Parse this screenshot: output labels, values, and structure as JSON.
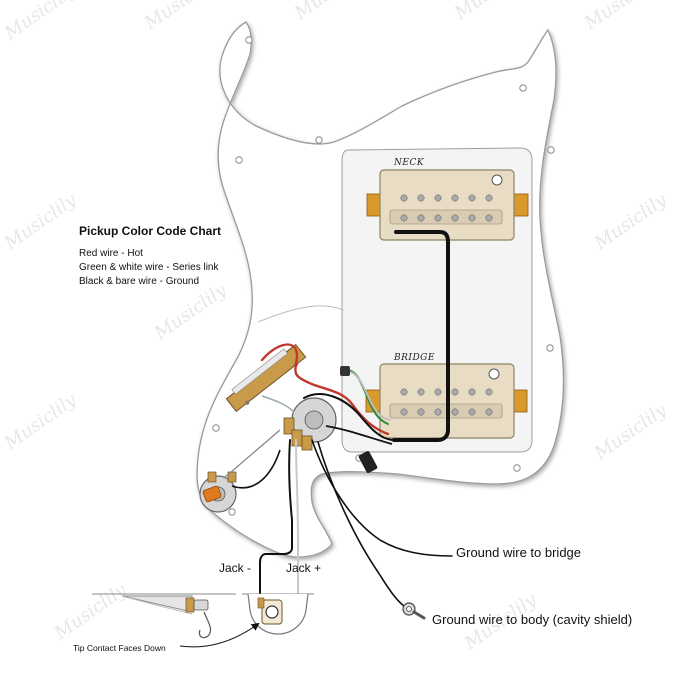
{
  "watermark": {
    "text": "Musiclily"
  },
  "chart": {
    "title": "Pickup Color Code Chart",
    "legend": [
      "Red wire - Hot",
      "Green & white wire - Series link",
      "Black & bare wire - Ground"
    ]
  },
  "pickups": {
    "neck": "NECK",
    "bridge": "BRIDGE"
  },
  "callouts": {
    "jack_minus": "Jack -",
    "jack_plus": "Jack +",
    "ground_bridge": "Ground wire to bridge",
    "ground_body": "Ground wire to body (cavity shield)",
    "tip_contact": "Tip Contact Faces Down"
  },
  "colors": {
    "pickguard": "#ffffff",
    "pickguard_outline": "#9a9a9a",
    "cavity": "#f4f4f4",
    "pickup_cover": "#e8dcc4",
    "hot_wire": "#c0392b",
    "series_green": "#2e8b3a",
    "ground_wire": "#111111"
  }
}
